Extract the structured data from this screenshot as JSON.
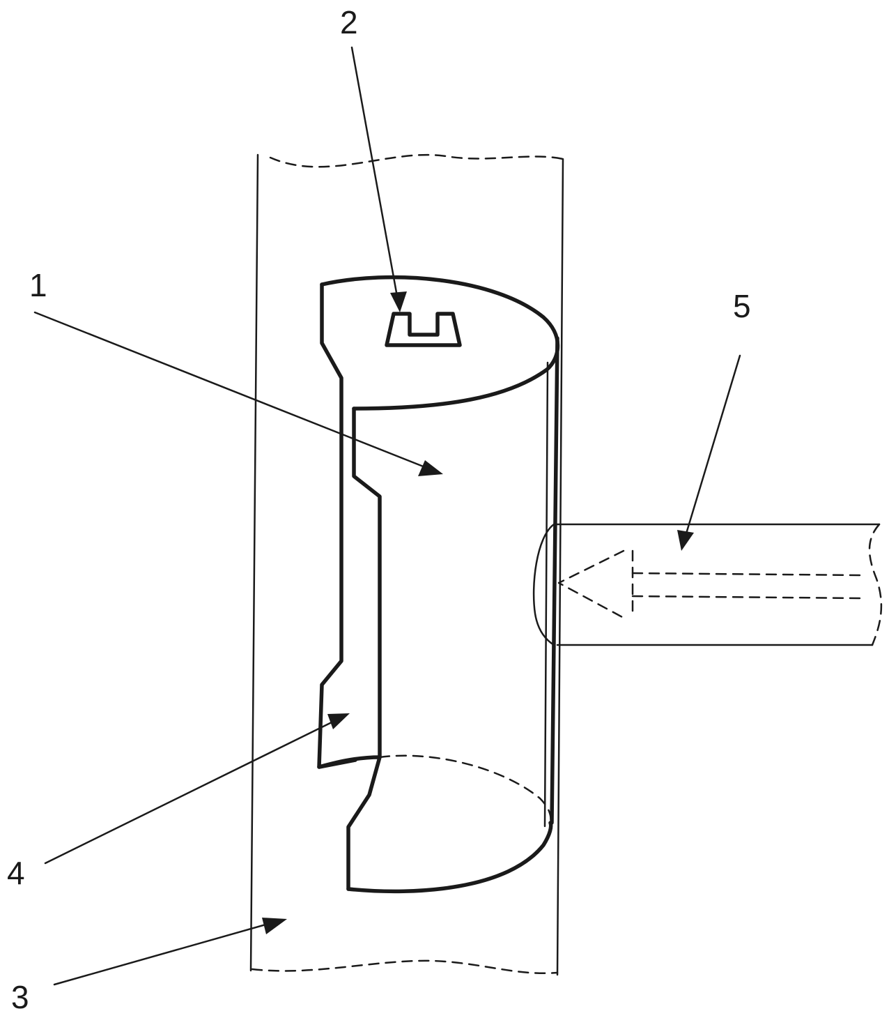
{
  "labels": {
    "part_1": "1",
    "part_2": "2",
    "part_3": "3",
    "part_4": "4",
    "part_5": "5"
  },
  "colors": {
    "ink": "#1a1a1a",
    "background": "#ffffff"
  }
}
